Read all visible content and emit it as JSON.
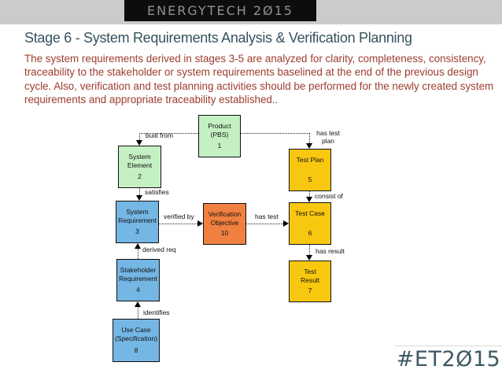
{
  "header": {
    "logo_text": "ENERGYTECH 2Ø15"
  },
  "slide": {
    "title": "Stage 6 - System Requirements Analysis & Verification Planning",
    "body": "The system requirements derived in stages 3-5 are analyzed for clarity, completeness, consistency, traceability to the stakeholder or system requirements baselined at the end of the previous design cycle.  Also, verification  and test planning activities should be performed for the newly created system requirements and appropriate traceability established.."
  },
  "footer": {
    "hashtag": "#ET2Ø15"
  },
  "colors": {
    "header_bar": "#cbcbcb",
    "logo_background": "#0d0d0d",
    "logo_text": "#929292",
    "title_text": "#36525e",
    "body_text": "#9e3b2d",
    "node_green": "#c4f0c4",
    "node_blue": "#74b6e4",
    "node_yellow": "#f8c810",
    "node_orange": "#f08040",
    "hashtag_text": "#3d5964"
  },
  "diagram": {
    "nodes": [
      {
        "label": "Product\n(PBS)",
        "number": "1",
        "color": "green"
      },
      {
        "label": "System\nElement",
        "number": "2",
        "color": "green"
      },
      {
        "label": "Test Plan",
        "number": "5",
        "color": "yellow"
      },
      {
        "label": "System\nRequirement",
        "number": "3",
        "color": "blue"
      },
      {
        "label": "Verification\nObjective",
        "number": "10",
        "color": "orange"
      },
      {
        "label": "Test Case",
        "number": "6",
        "color": "yellow"
      },
      {
        "label": "Stakeholder\nRequirement",
        "number": "4",
        "color": "blue"
      },
      {
        "label": "Test\nResult",
        "number": "7",
        "color": "yellow"
      },
      {
        "label": "Use Case\n(Specification)",
        "number": "8",
        "color": "blue"
      }
    ],
    "edge_labels": {
      "built_from": "built from",
      "has_test_plan": "has test\nplan",
      "satisfies": "satisfies",
      "verified_by": "verified by",
      "has_test": "has test",
      "consist_of": "consist of",
      "derived_req": "derived req",
      "has_result": "has result",
      "identifies": "identifies"
    }
  }
}
